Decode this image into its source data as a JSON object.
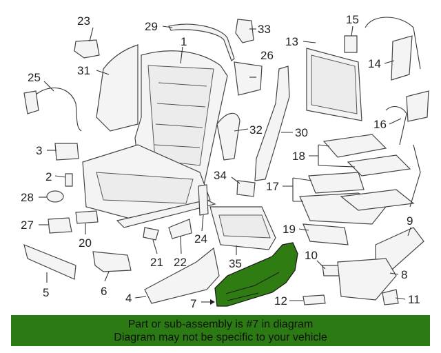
{
  "diagram": {
    "highlight_part": "7",
    "highlight_color": "#2f7d12",
    "callouts": {
      "c1": "1",
      "c2": "2",
      "c3": "3",
      "c4": "4",
      "c5": "5",
      "c6": "6",
      "c7": "7",
      "c8": "8",
      "c9": "9",
      "c10": "10",
      "c11": "11",
      "c12": "12",
      "c13": "13",
      "c14": "14",
      "c15": "15",
      "c16": "16",
      "c17": "17",
      "c18": "18",
      "c19": "19",
      "c20": "20",
      "c21": "21",
      "c22": "22",
      "c23": "23",
      "c24": "24",
      "c25": "25",
      "c26": "26",
      "c27": "27",
      "c28": "28",
      "c29": "29",
      "c30": "30",
      "c31": "31",
      "c32": "32",
      "c33": "33",
      "c34": "34",
      "c35": "35"
    }
  },
  "banner": {
    "line1": "Part or sub-assembly is #7 in diagram",
    "line2": "Diagram may not be specific to your vehicle",
    "background": "#2b7a13"
  }
}
